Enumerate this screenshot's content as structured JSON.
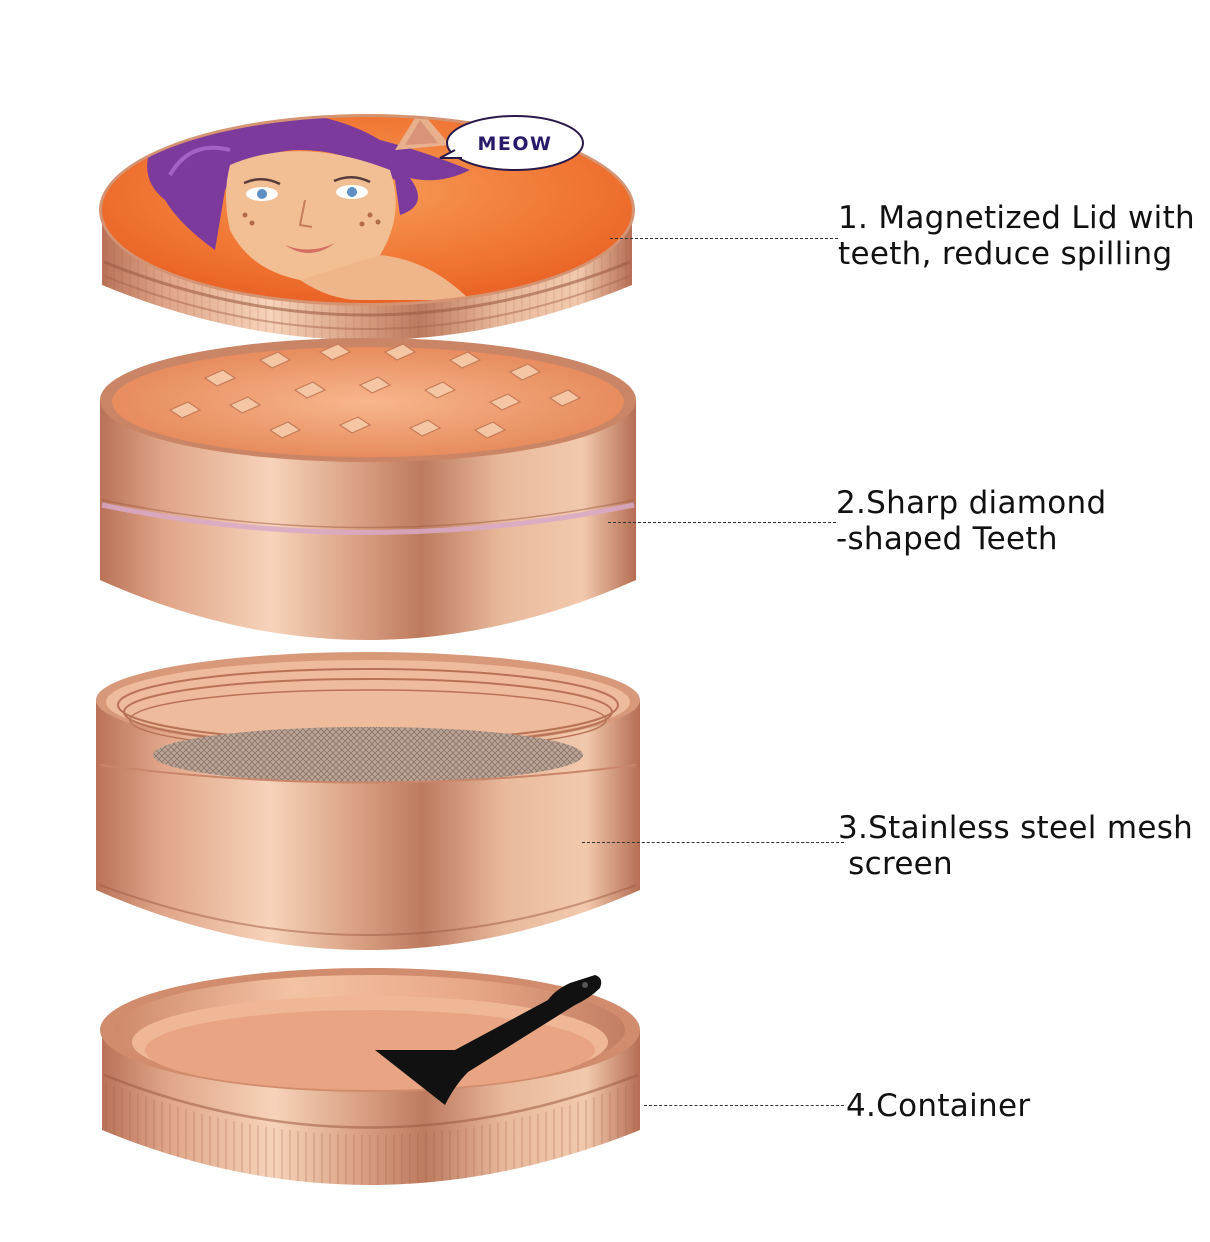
{
  "speech_bubble": {
    "text": "MEOW"
  },
  "callouts": [
    {
      "line1": "1. Magnetized Lid with",
      "line2": "teeth, reduce spilling"
    },
    {
      "line1": "2.Sharp diamond",
      "line2": "-shaped Teeth"
    },
    {
      "line1": "3.Stainless steel mesh",
      "line2": " screen"
    },
    {
      "line1": "4.Container",
      "line2": ""
    }
  ],
  "colors": {
    "metal_light": "#f2c8a8",
    "metal_mid": "#d9997a",
    "metal_dark": "#a8634a",
    "lid_art_bg": "#f0702c",
    "hair": "#7b3a9c",
    "scraper": "#111111",
    "text": "#111111"
  }
}
